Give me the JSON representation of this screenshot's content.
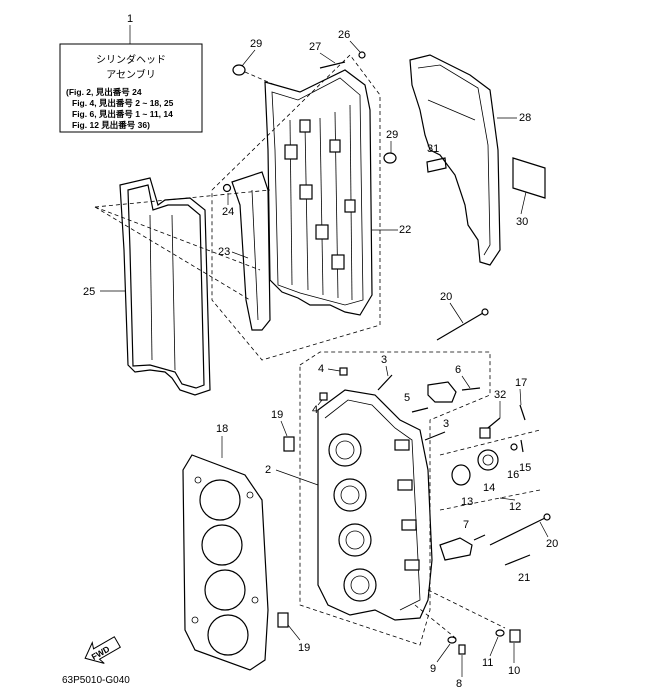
{
  "assembly_box": {
    "callout": "1",
    "title_line1": "シリンダヘッド",
    "title_line2": "アセンブリ",
    "refs": [
      "(Fig. 2, 見出番号 24",
      "Fig. 4, 見出番号 2 ~ 18, 25",
      "Fig. 6, 見出番号 1 ~ 11, 14",
      "Fig. 12  見出番号 36)"
    ]
  },
  "callouts": {
    "n2": "2",
    "n3a": "3",
    "n3b": "3",
    "n4a": "4",
    "n4b": "4",
    "n5": "5",
    "n6": "6",
    "n7": "7",
    "n8": "8",
    "n9": "9",
    "n10": "10",
    "n11": "11",
    "n12": "12",
    "n13": "13",
    "n14": "14",
    "n15": "15",
    "n16": "16",
    "n17": "17",
    "n18": "18",
    "n19a": "19",
    "n19b": "19",
    "n20a": "20",
    "n20b": "20",
    "n21": "21",
    "n22": "22",
    "n23": "23",
    "n24a": "24",
    "n25": "25",
    "n26": "26",
    "n27": "27",
    "n28": "28",
    "n29a": "29",
    "n29b": "29",
    "n30": "30",
    "n31": "31",
    "n32": "32"
  },
  "fwd_label": "FWD",
  "diagram_code": "63P5010-G040"
}
